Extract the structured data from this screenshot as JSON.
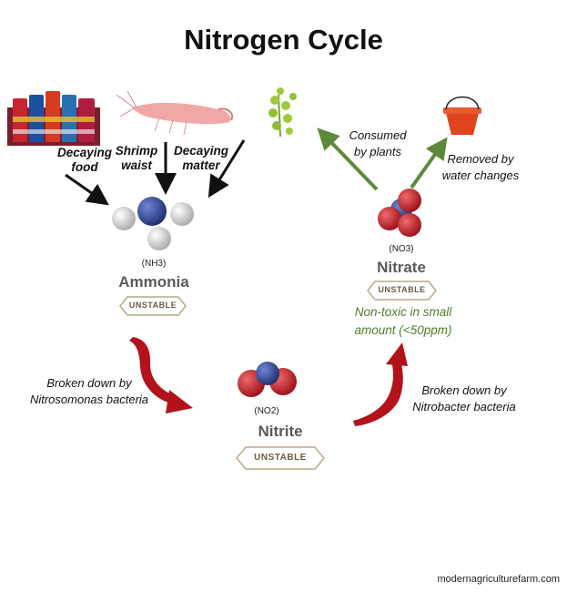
{
  "title": "Nitrogen Cycle",
  "sources": {
    "decaying_food": "Decaying\nfood",
    "shrimp_waist": "Shrimp\nwaist",
    "decaying_matter": "Decaying\nmatter"
  },
  "ammonia": {
    "formula": "(NH3)",
    "name": "Ammonia",
    "badge": "UNSTABLE"
  },
  "nitrite": {
    "formula": "(NO2)",
    "name": "Nitrite",
    "badge": "UNSTABLE"
  },
  "nitrate": {
    "formula": "(NO3)",
    "name": "Nitrate",
    "badge": "UNSTABLE",
    "note_line1": "Non-toxic in small",
    "note_line2": "amount (<50ppm)"
  },
  "outputs": {
    "consumed": "Consumed\nby plants",
    "removed": "Removed by\nwater changes"
  },
  "steps": {
    "nitrosomonas": "Broken down by\nNitrosomonas bacteria",
    "nitrobacter": "Broken down by\nNitrobacter bacteria"
  },
  "watermark": "modernagriculturefarm.com",
  "colors": {
    "badge_border": "#b8a889",
    "nitrogen_blue": "#2c3f8f",
    "oxygen_red": "#c8202a",
    "hydrogen_white": "#dcdcdc",
    "arrow_red": "#b3121b",
    "arrow_green": "#5d8a3a",
    "note_green": "#4e7d2a"
  }
}
